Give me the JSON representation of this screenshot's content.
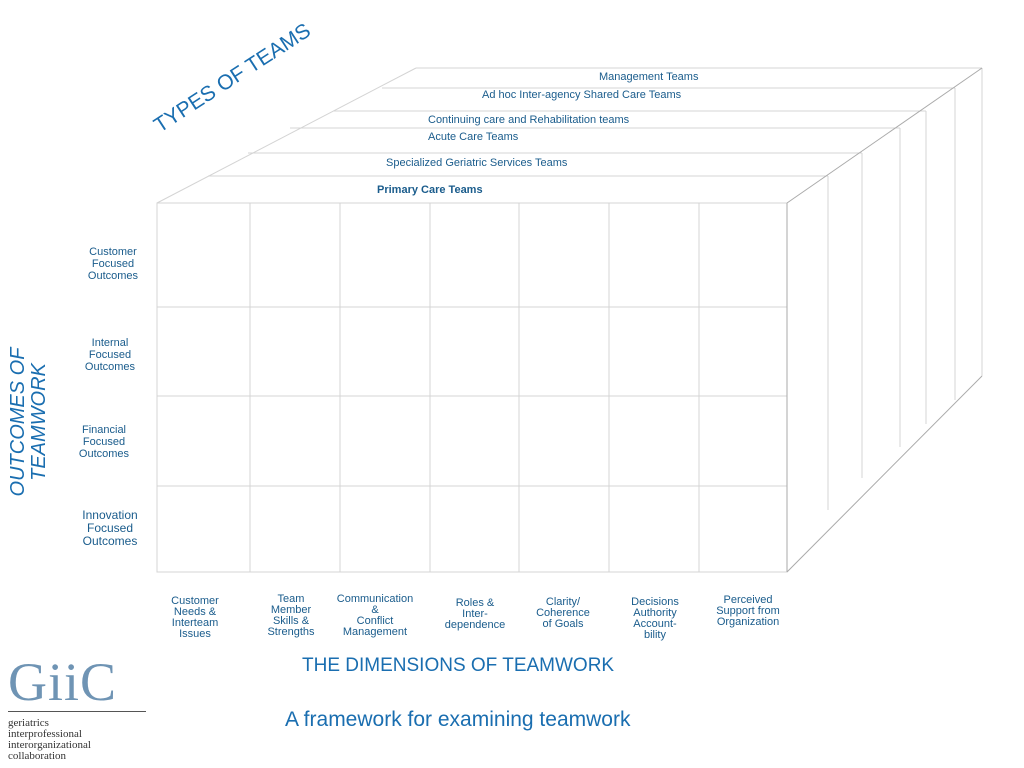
{
  "types_title": "TYPES OF TEAMS",
  "outcomes_title": "OUTCOMES OF\nTEAMWORK",
  "dimensions_title": "THE DIMENSIONS OF TEAMWORK",
  "framework_title": "A framework for examining teamwork",
  "team_types": [
    "Management Teams",
    "Ad hoc Inter-agency Shared Care Teams",
    "Continuing care and Rehabilitation teams",
    "Acute Care Teams",
    "Specialized Geriatric Services Teams",
    "Primary Care Teams"
  ],
  "outcomes": [
    "Customer\nFocused\nOutcomes",
    "Internal\nFocused\nOutcomes",
    "Financial\nFocused\nOutcomes",
    "Innovation\nFocused\nOutcomes"
  ],
  "dimensions": [
    "Customer\nNeeds &\nInterteam\nIssues",
    "Team\nMember\nSkills &\nStrengths",
    "Communication\n&\nConflict\nManagement",
    "Roles &\nInter-\ndependence",
    "Clarity/\nCoherence\nof Goals",
    "Decisions\nAuthority\nAccount-\nbility",
    "Perceived\nSupport from\nOrganization"
  ],
  "logo": {
    "text": "GiiC",
    "subtitle": "geriatrics\ninterprofessional\ninterorganizational\ncollaboration"
  },
  "colors": {
    "title_blue": "#1a6eb0",
    "label_blue": "#1a5c8c",
    "grid_line": "#d4d4d4",
    "edge_line": "#aaaaaa"
  }
}
